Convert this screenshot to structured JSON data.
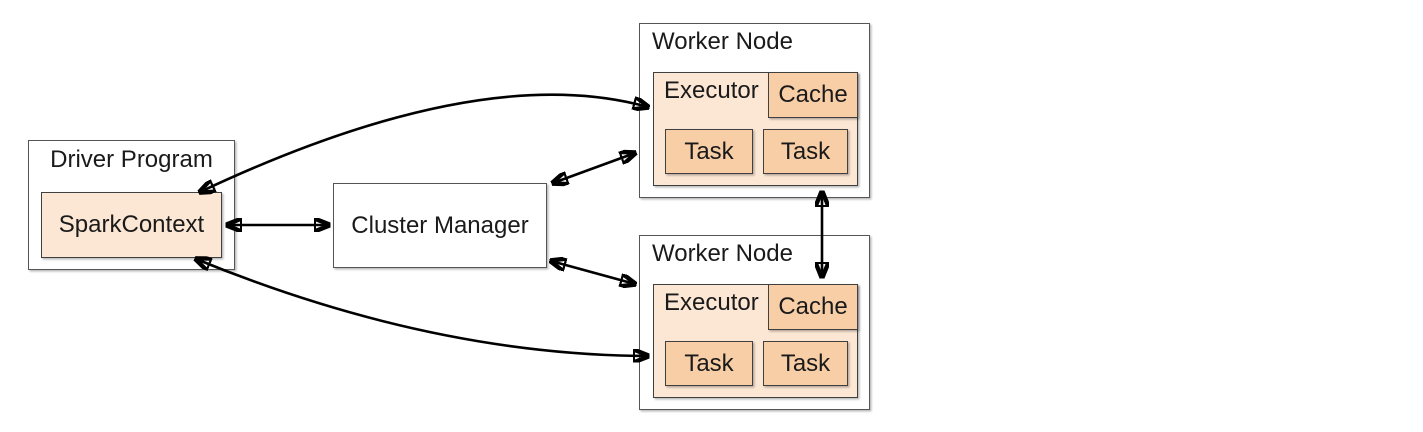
{
  "colors": {
    "fill_light_peach": "#fce6d4",
    "fill_dark_peach": "#f8cea7",
    "box_border_gray": "#555555",
    "inner_border_dark": "#404040",
    "arrow_black": "#000000"
  },
  "nodes": {
    "driver_program": {
      "label": "Driver Program"
    },
    "spark_context": {
      "label": "SparkContext"
    },
    "cluster_manager": {
      "label": "Cluster Manager"
    },
    "workers": [
      {
        "label": "Worker Node",
        "executor_label": "Executor",
        "cache_label": "Cache",
        "tasks": [
          "Task",
          "Task"
        ]
      },
      {
        "label": "Worker Node",
        "executor_label": "Executor",
        "cache_label": "Cache",
        "tasks": [
          "Task",
          "Task"
        ]
      }
    ]
  },
  "connections": [
    {
      "from": "SparkContext",
      "to": "Worker Node 1 Executor",
      "style": "curved",
      "bidirectional": true
    },
    {
      "from": "SparkContext",
      "to": "Cluster Manager",
      "style": "straight",
      "bidirectional": true
    },
    {
      "from": "Cluster Manager",
      "to": "Worker Node 1",
      "style": "straight",
      "bidirectional": true
    },
    {
      "from": "Cluster Manager",
      "to": "Worker Node 2",
      "style": "straight",
      "bidirectional": true
    },
    {
      "from": "SparkContext",
      "to": "Worker Node 2 Executor",
      "style": "curved",
      "bidirectional": true
    },
    {
      "from": "Worker Node 1",
      "to": "Worker Node 2 Cache",
      "style": "straight",
      "bidirectional": true
    }
  ]
}
